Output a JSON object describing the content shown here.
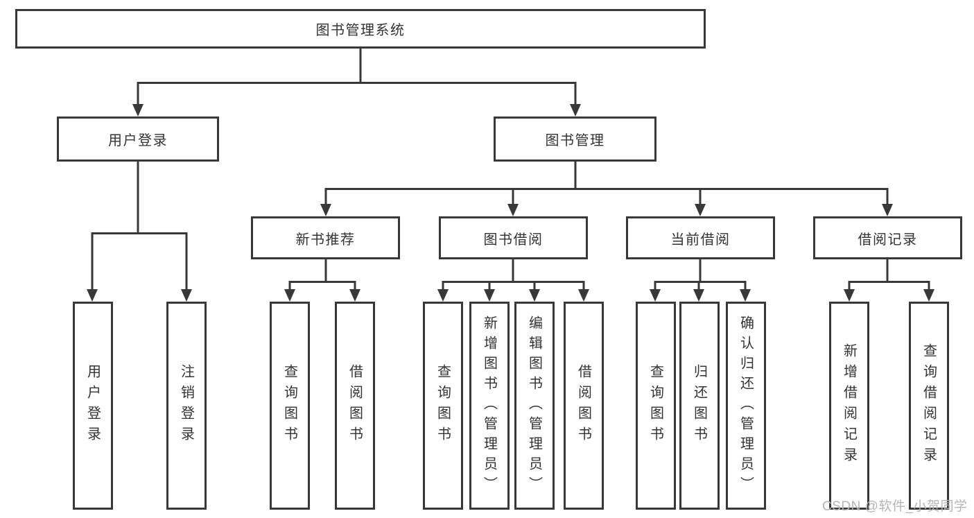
{
  "tree": {
    "label": "图书管理系统",
    "children": [
      {
        "label": "用户登录",
        "children": [
          {
            "label": "用户登录"
          },
          {
            "label": "注销登录"
          }
        ]
      },
      {
        "label": "图书管理",
        "children": [
          {
            "label": "新书推荐",
            "children": [
              {
                "label": "查询图书"
              },
              {
                "label": "借阅图书"
              }
            ]
          },
          {
            "label": "图书借阅",
            "children": [
              {
                "label": "查询图书"
              },
              {
                "label": "新增图书（管理员）"
              },
              {
                "label": "编辑图书（管理员）"
              },
              {
                "label": "借阅图书"
              }
            ]
          },
          {
            "label": "当前借阅",
            "children": [
              {
                "label": "查询图书"
              },
              {
                "label": "归还图书"
              },
              {
                "label": "确认归还（管理员）"
              }
            ]
          },
          {
            "label": "借阅记录",
            "children": [
              {
                "label": "新增借阅记录"
              },
              {
                "label": "查询借阅记录"
              }
            ]
          }
        ]
      }
    ]
  },
  "watermark": {
    "text": "CSDN @软件_小贺同学"
  },
  "colors": {
    "line": "#383838",
    "box_border": "#383838",
    "text": "#333333",
    "watermark": "#b5b5b5",
    "background": "#ffffff"
  }
}
